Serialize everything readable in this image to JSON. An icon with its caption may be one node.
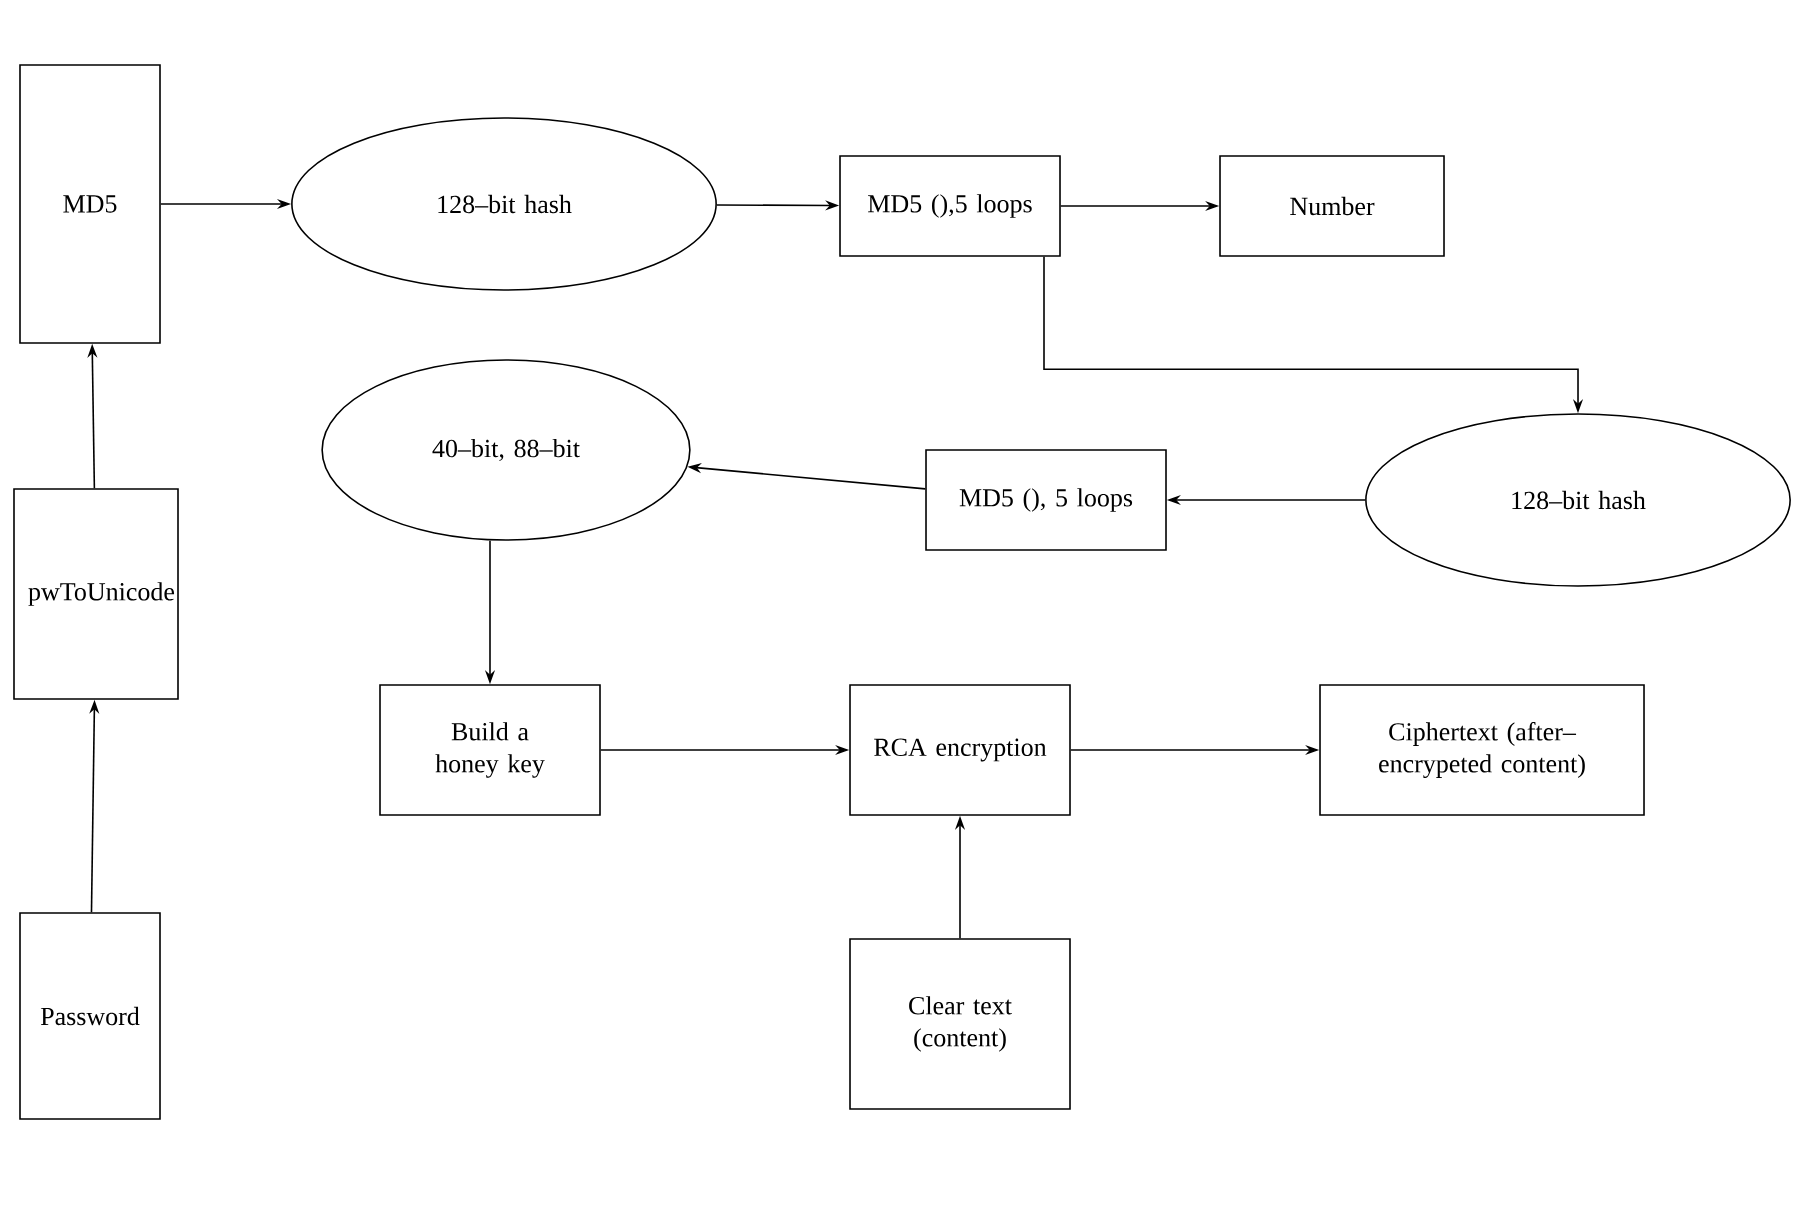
{
  "diagram": {
    "nodes": [
      {
        "text": [
          "MD5"
        ]
      },
      {
        "text": [
          "128–bit hash"
        ]
      },
      {
        "text": [
          "MD5 (),5 loops"
        ]
      },
      {
        "text": [
          "Number"
        ]
      },
      {
        "text": [
          "128–bit hash"
        ]
      },
      {
        "text": [
          "MD5 (), 5 loops"
        ]
      },
      {
        "text": [
          "40–bit, 88–bit"
        ]
      },
      {
        "text": [
          "pwToUnicode"
        ]
      },
      {
        "text": [
          "Password"
        ]
      },
      {
        "text": [
          "Build a honey key"
        ]
      },
      {
        "text": [
          "RCA encryption"
        ]
      },
      {
        "text": [
          "Ciphertext (after– encrypeted content)"
        ]
      },
      {
        "text": [
          "Clear text (content)"
        ]
      }
    ],
    "edges": [
      {
        "from": 8,
        "to": 7,
        "arrow": "to"
      },
      {
        "from": 7,
        "to": 0,
        "arrow": "to"
      },
      {
        "from": 0,
        "to": 1,
        "arrow": "to"
      },
      {
        "from": 1,
        "to": 2,
        "arrow": "to"
      },
      {
        "from": 2,
        "to": 3,
        "arrow": "to"
      },
      {
        "from": 2,
        "to": 4,
        "arrow": "to"
      },
      {
        "from": 4,
        "to": 5,
        "arrow": "to"
      },
      {
        "from": 5,
        "to": 6,
        "arrow": "to"
      },
      {
        "from": 6,
        "to": 9,
        "arrow": "to"
      },
      {
        "from": 9,
        "to": 10,
        "arrow": "to"
      },
      {
        "from": 10,
        "to": 11,
        "arrow": "to"
      },
      {
        "from": 12,
        "to": 10,
        "arrow": "to"
      }
    ]
  }
}
